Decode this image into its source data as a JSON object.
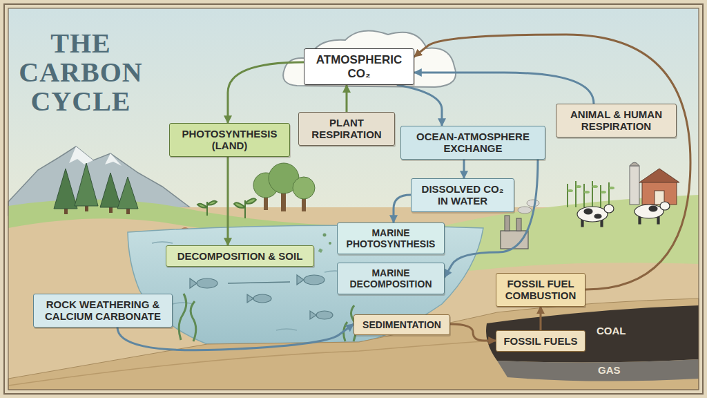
{
  "diagram": {
    "title": "THE CARBON CYCLE",
    "nodes": [
      {
        "text": [
          "ATMOSPHERIC CO₂"
        ]
      },
      {
        "text": [
          "PHOTOSYNTHESIS (LAND)"
        ]
      },
      {
        "text": [
          "PLANT RESPIRATION"
        ]
      },
      {
        "text": [
          "OCEAN-ATMOSPHERE EXCHANGE"
        ]
      },
      {
        "text": [
          "ANIMAL & HUMAN RESPIRATION"
        ]
      },
      {
        "text": [
          "DISSOLVED CO₂ IN WATER"
        ]
      },
      {
        "text": [
          "MARINE PHOTOSYNTHESIS"
        ]
      },
      {
        "text": [
          "DECOMPOSITION & SOIL"
        ]
      },
      {
        "text": [
          "MARINE DECOMPOSITION"
        ]
      },
      {
        "text": [
          "ROCK WEATHERING & CALCIUM CARBONATE"
        ]
      },
      {
        "text": [
          "FOSSIL FUEL COMBUSTION"
        ]
      },
      {
        "text": [
          "SEDIMENTATION"
        ]
      },
      {
        "text": [
          "FOSSIL FUELS"
        ]
      }
    ],
    "edges": [
      {
        "from": 0,
        "to": 1,
        "arrow": "to"
      },
      {
        "from": 2,
        "to": 0,
        "arrow": "to"
      },
      {
        "from": 0,
        "to": 3,
        "arrow": "to"
      },
      {
        "from": 3,
        "to": 5,
        "arrow": "to"
      },
      {
        "from": 5,
        "to": 6,
        "arrow": "to"
      },
      {
        "from": 3,
        "to": 8,
        "arrow": "to"
      },
      {
        "from": 4,
        "to": 0,
        "arrow": "to"
      },
      {
        "from": 10,
        "to": 0,
        "arrow": "to"
      },
      {
        "from": 9,
        "to": 11,
        "arrow": "to"
      },
      {
        "from": 11,
        "to": 12,
        "arrow": "to"
      },
      {
        "from": 12,
        "to": 10,
        "arrow": "to"
      },
      {
        "from": 1,
        "to": 7,
        "arrow": "to"
      }
    ],
    "labels": [
      "COAL",
      "GAS"
    ]
  }
}
